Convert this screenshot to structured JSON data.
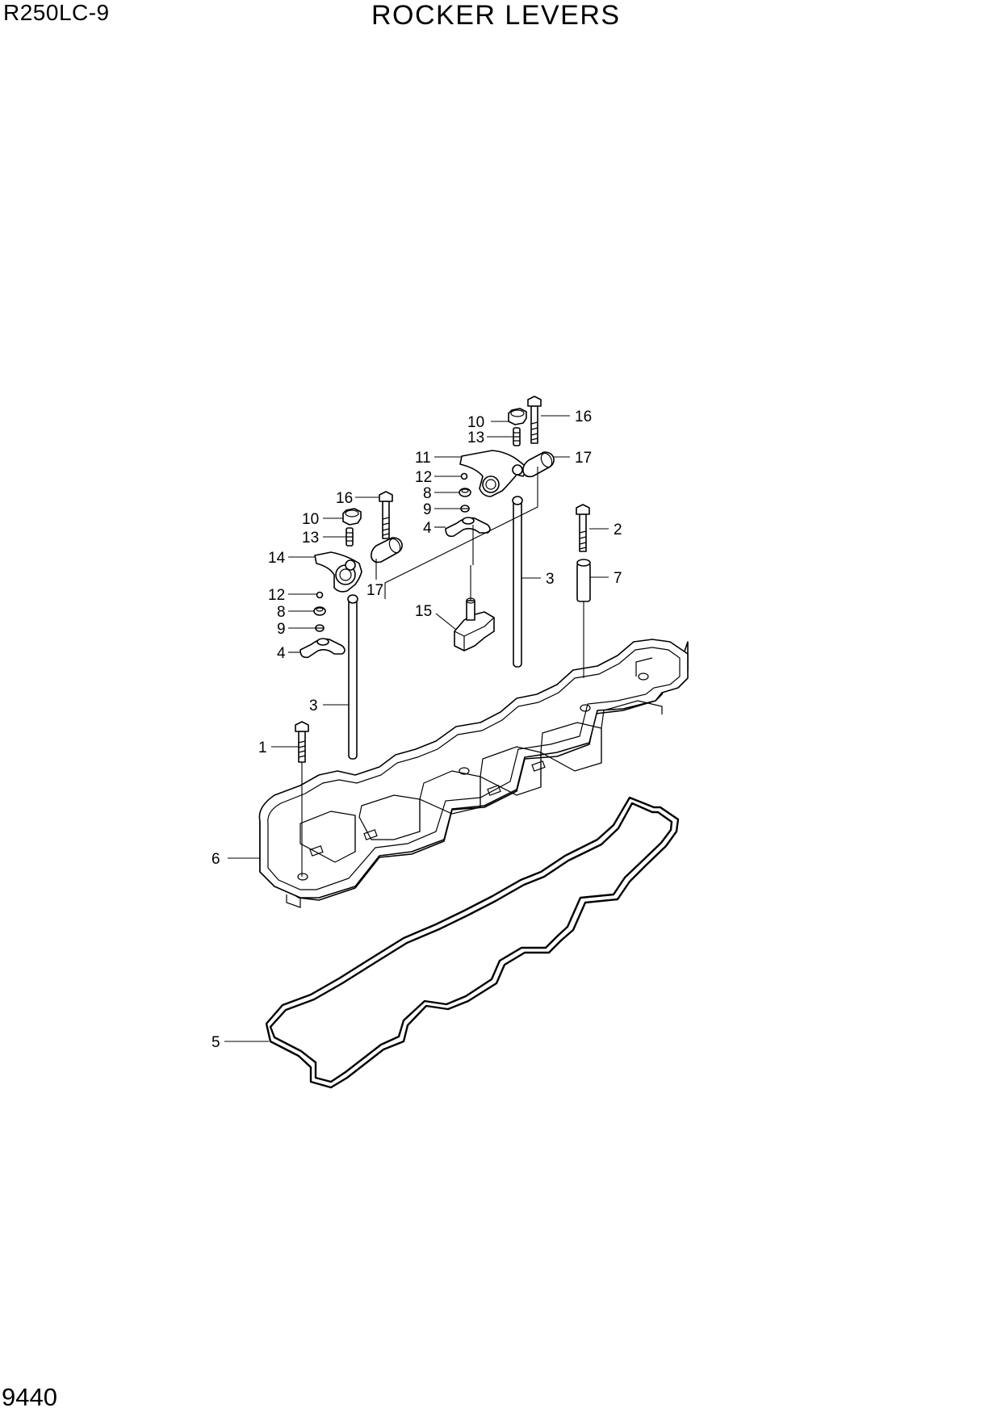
{
  "header": {
    "model": "R250LC-9",
    "title": "ROCKER LEVERS"
  },
  "footer": {
    "page_number": "9440"
  },
  "callouts": [
    {
      "id": "c10a",
      "number": "10"
    },
    {
      "id": "c16a",
      "number": "16"
    },
    {
      "id": "c13a",
      "number": "13"
    },
    {
      "id": "c11",
      "number": "11"
    },
    {
      "id": "c17a",
      "number": "17"
    },
    {
      "id": "c12a",
      "number": "12"
    },
    {
      "id": "c8a",
      "number": "8"
    },
    {
      "id": "c9a",
      "number": "9"
    },
    {
      "id": "c4a",
      "number": "4"
    },
    {
      "id": "c16b",
      "number": "16"
    },
    {
      "id": "c10b",
      "number": "10"
    },
    {
      "id": "c13b",
      "number": "13"
    },
    {
      "id": "c2",
      "number": "2"
    },
    {
      "id": "c14",
      "number": "14"
    },
    {
      "id": "c3a",
      "number": "3"
    },
    {
      "id": "c7",
      "number": "7"
    },
    {
      "id": "c17b",
      "number": "17"
    },
    {
      "id": "c12b",
      "number": "12"
    },
    {
      "id": "c15",
      "number": "15"
    },
    {
      "id": "c8b",
      "number": "8"
    },
    {
      "id": "c9b",
      "number": "9"
    },
    {
      "id": "c4b",
      "number": "4"
    },
    {
      "id": "c3b",
      "number": "3"
    },
    {
      "id": "c1",
      "number": "1"
    },
    {
      "id": "c6",
      "number": "6"
    },
    {
      "id": "c5",
      "number": "5"
    }
  ]
}
